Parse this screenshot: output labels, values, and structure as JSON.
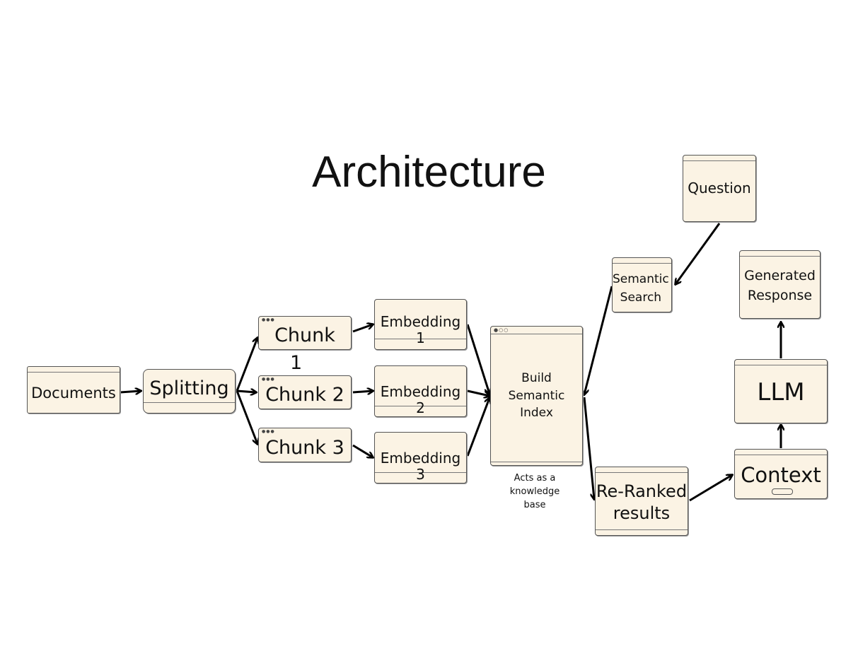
{
  "title": "Architecture",
  "nodes": {
    "documents": "Documents",
    "splitting": "Splitting",
    "chunk1": "Chunk",
    "chunk1_suffix": "1",
    "chunk2": "Chunk 2",
    "chunk3": "Chunk 3",
    "embedding1": "Embedding 1",
    "embedding2": "Embedding 2",
    "embedding3": "Embedding 3",
    "index": "Build\nSemantic\nIndex",
    "index_caption": "Acts as a\nknowledge\nbase",
    "question": "Question",
    "semantic_search": "Semantic\nSearch",
    "reranked": "Re-Ranked\nresults",
    "context": "Context",
    "llm": "LLM",
    "response": "Generated\nResponse"
  }
}
